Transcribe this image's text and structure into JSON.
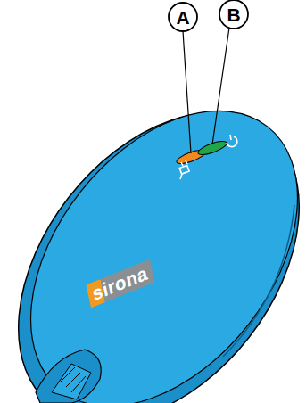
{
  "diagram": {
    "labels": [
      "A",
      "B",
      "sirona"
    ]
  }
}
